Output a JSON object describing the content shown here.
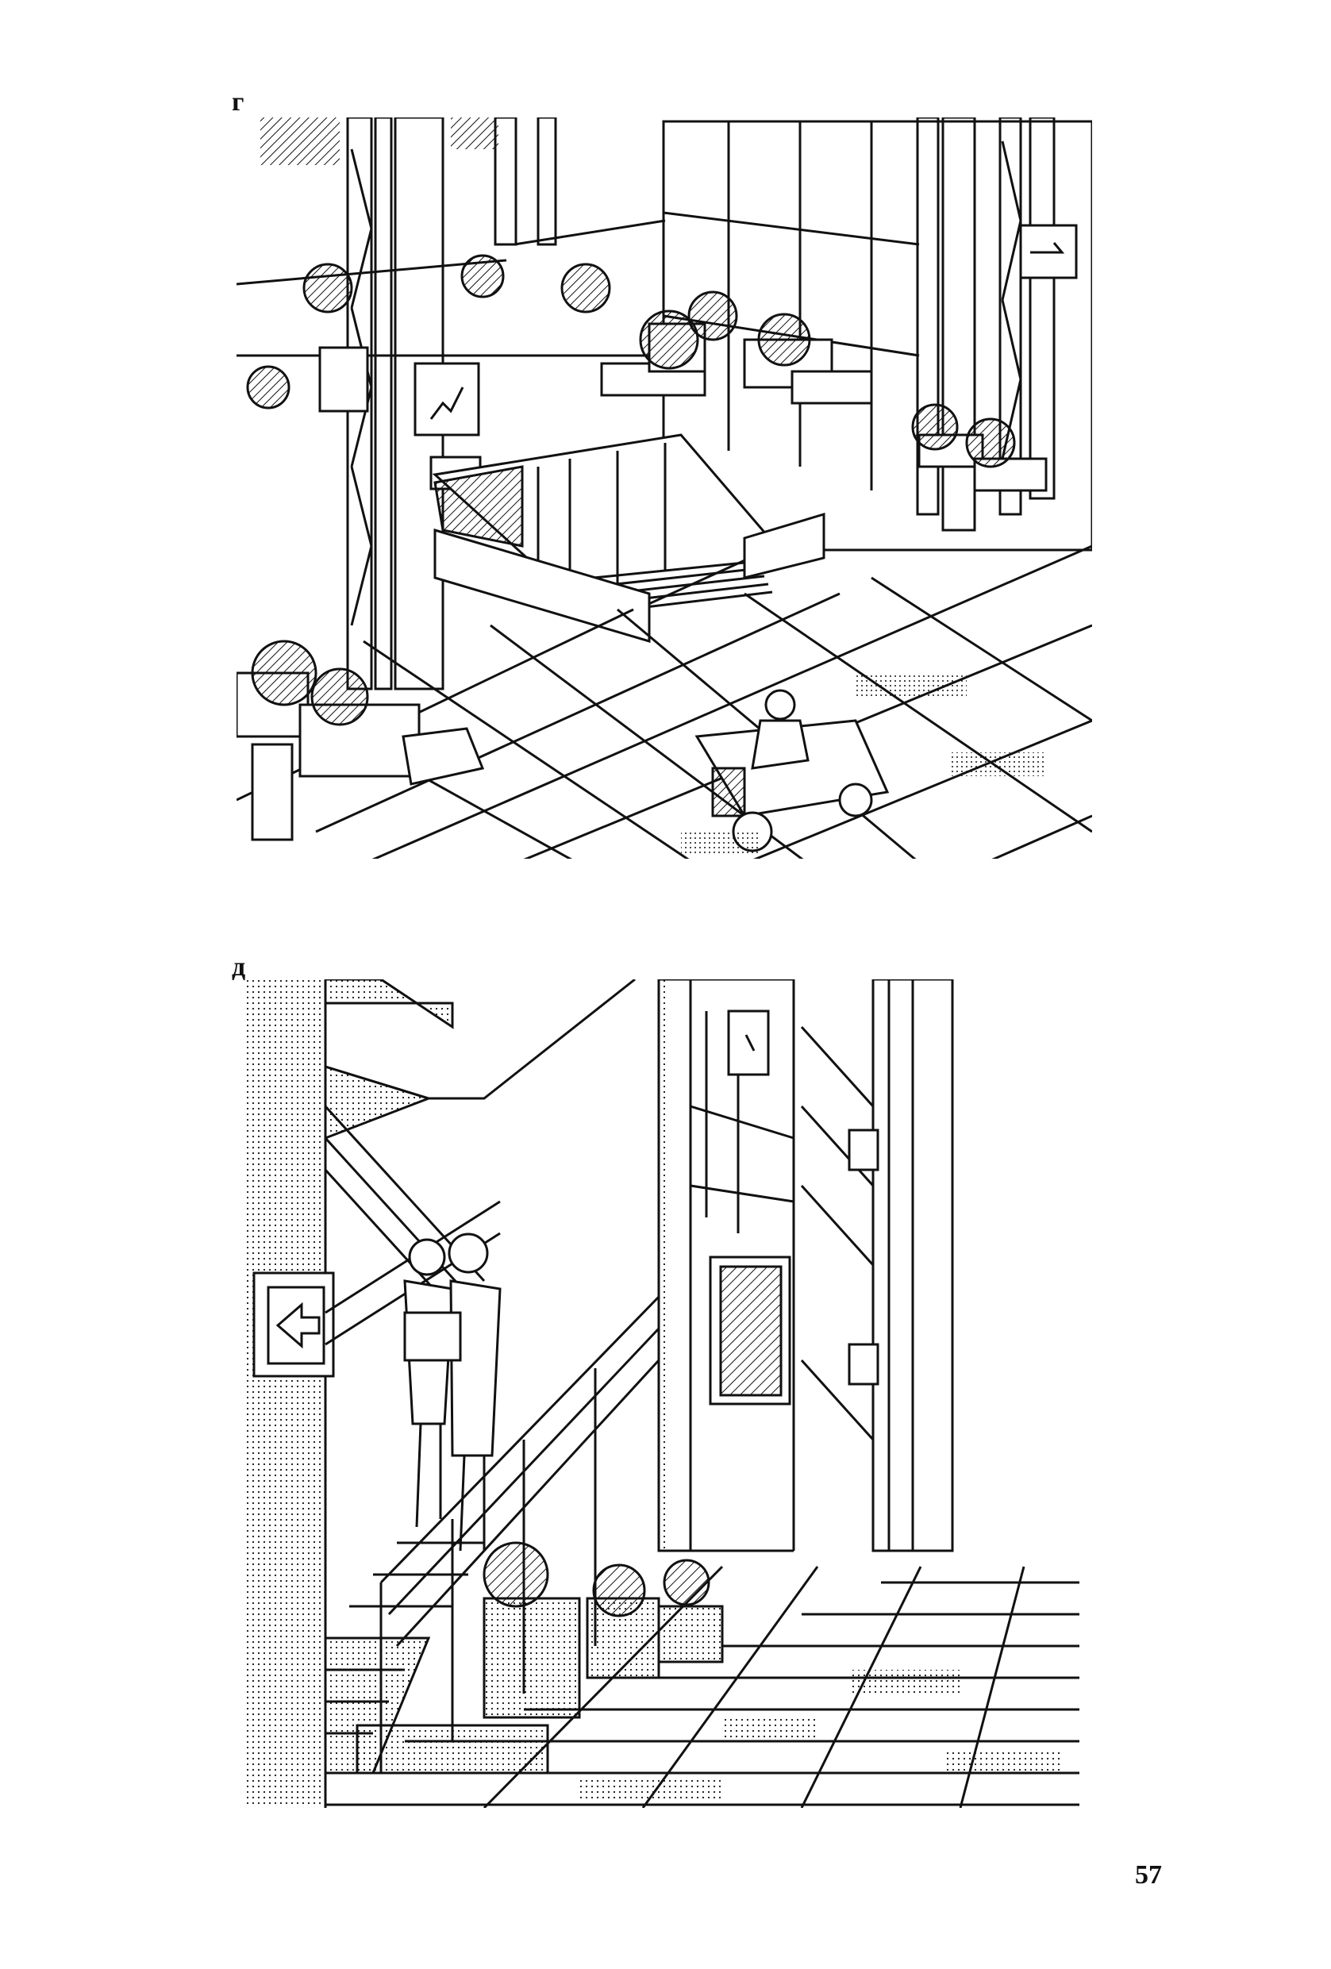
{
  "figures": [
    {
      "label": "г"
    },
    {
      "label": "д"
    }
  ],
  "page_number": "57"
}
